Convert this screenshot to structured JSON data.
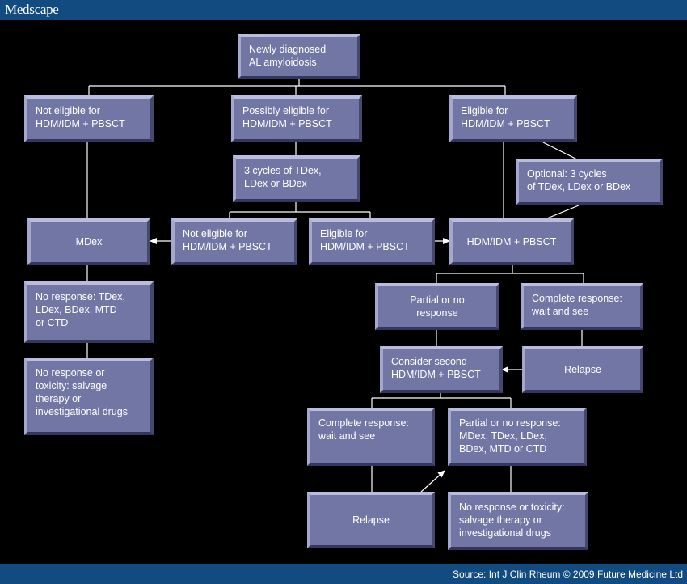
{
  "header": {
    "brand": "Medscape"
  },
  "footer": {
    "source": "Source: Int J Clin Rheum © 2009 Future Medicine Ltd"
  },
  "nodes": {
    "newly_diagnosed": "Newly diagnosed\nAL amyloidosis",
    "not_eligible_top": "Not eligible for\nHDM/IDM + PBSCT",
    "possibly_eligible": "Possibly eligible for\nHDM/IDM + PBSCT",
    "eligible_top": "Eligible for\nHDM/IDM + PBSCT",
    "three_cycles": "3 cycles of TDex,\nLDex or BDex",
    "optional_cycles": "Optional: 3 cycles\n of TDex, LDex or BDex",
    "mdex": "MDex",
    "not_eligible_mid": "Not eligible for\nHDM/IDM + PBSCT",
    "eligible_mid": "Eligible for\nHDM/IDM + PBSCT",
    "hdm_pbsct": "HDM/IDM + PBSCT",
    "no_response_left": "No response: TDex,\nLDex, BDex, MTD\nor CTD",
    "partial_no_response": "Partial or no\nresponse",
    "complete_response_right": "Complete response:\nwait and see",
    "no_response_toxicity_left": "No response or\ntoxicity: salvage\ntherapy or\ninvestigational drugs",
    "consider_second": "Consider second\nHDM/IDM + PBSCT",
    "relapse_right": "Relapse",
    "complete_response_bottom": "Complete response:\nwait and see",
    "partial_no_response_bottom": "Partial or no response:\nMDex, TDex, LDex,\nBDex, MTD or CTD",
    "relapse_bottom": "Relapse",
    "no_response_toxicity_bottom": "No response or toxicity:\nsalvage therapy or\ninvestigational drugs"
  }
}
